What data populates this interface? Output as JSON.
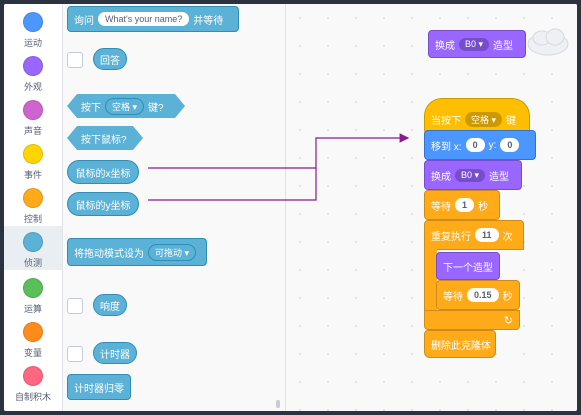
{
  "categories": [
    {
      "label": "运动",
      "color": "#4c97ff"
    },
    {
      "label": "外观",
      "color": "#9966ff"
    },
    {
      "label": "声音",
      "color": "#cf63cf"
    },
    {
      "label": "事件",
      "color": "#ffd500"
    },
    {
      "label": "控制",
      "color": "#ffab19"
    },
    {
      "label": "侦测",
      "color": "#5cb1d6"
    },
    {
      "label": "运算",
      "color": "#59c059"
    },
    {
      "label": "变量",
      "color": "#ff8c1a"
    },
    {
      "label": "自制积木",
      "color": "#ff6680"
    }
  ],
  "palette": {
    "ask_label": "询问",
    "ask_value": "What's your name?",
    "ask_suffix": "并等待",
    "answer": "回答",
    "keypressed_prefix": "按下",
    "keypressed_key": "空格 ▾",
    "keypressed_suffix": "键?",
    "mousedown": "按下鼠标?",
    "mousex": "鼠标的x坐标",
    "mousey": "鼠标的y坐标",
    "dragmode_label": "将拖动模式设为",
    "dragmode_value": "可拖动 ▾",
    "loudness": "响度",
    "timer": "计时器",
    "reset_timer": "计时器归零"
  },
  "script": {
    "switch_costume_prefix": "换成",
    "costume_value": "B0 ▾",
    "costume_suffix": "造型",
    "when_key_prefix": "当按下",
    "when_key_value": "空格 ▾",
    "when_key_suffix": "键",
    "goto_label": "移到 x:",
    "goto_x": "0",
    "goto_y_label": "y:",
    "goto_y": "0",
    "wait_label": "等待",
    "wait_value": "1",
    "wait_unit": "秒",
    "repeat_label": "重复执行",
    "repeat_value": "11",
    "repeat_unit": "次",
    "next_costume": "下一个造型",
    "inner_wait_value": "0.15",
    "delete_clone": "删除此克隆体"
  }
}
